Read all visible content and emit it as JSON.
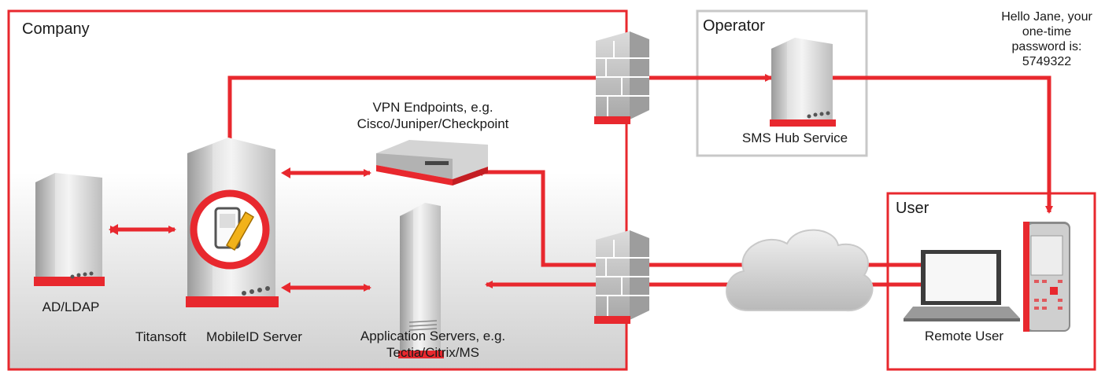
{
  "zones": {
    "company": "Company",
    "operator": "Operator",
    "user": "User"
  },
  "nodes": {
    "ad_ldap": "AD/LDAP",
    "mobileid_brand": "Titansoft",
    "mobileid_server": "MobileID Server",
    "vpn_line1": "VPN Endpoints, e.g.",
    "vpn_line2": "Cisco/Juniper/Checkpoint",
    "app_line1": "Application Servers, e.g.",
    "app_line2": "Tectia/Citrix/MS",
    "sms_hub": "SMS Hub Service",
    "remote_user": "Remote User"
  },
  "sms_message": {
    "line1": "Hello Jane, your",
    "line2": "one-time",
    "line3": "password is:",
    "line4": "5749322"
  },
  "colors": {
    "accent": "#e8282e",
    "operator_border": "#c8c8c8",
    "text": "#1a1a1a"
  }
}
